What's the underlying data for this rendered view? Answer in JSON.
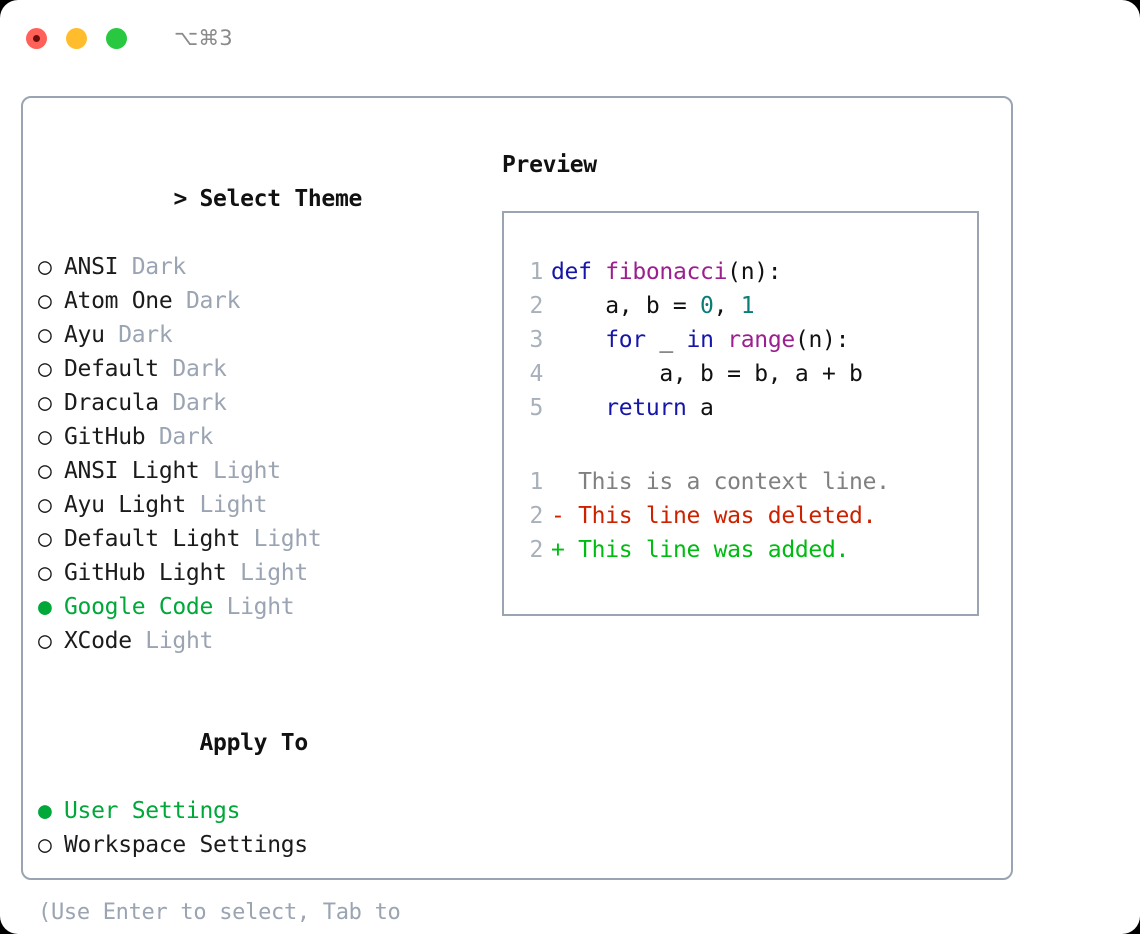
{
  "window": {
    "traffic_lights": [
      "close",
      "minimize",
      "maximize"
    ],
    "shortcut": "⌥⌘3",
    "accent_green": "#00a83a",
    "border_color": "#9aa4b2",
    "muted_color": "#9aa4b2"
  },
  "theme_list": {
    "header": {
      "caret": ">",
      "label": "Select Theme"
    },
    "unselected_marker": "○",
    "selected_marker": "●",
    "items": [
      {
        "marker": "○",
        "label": "ANSI",
        "variant": " Dark",
        "selected": false
      },
      {
        "marker": "○",
        "label": "Atom One",
        "variant": " Dark",
        "selected": false
      },
      {
        "marker": "○",
        "label": "Ayu",
        "variant": " Dark",
        "selected": false
      },
      {
        "marker": "○",
        "label": "Default",
        "variant": " Dark",
        "selected": false
      },
      {
        "marker": "○",
        "label": "Dracula",
        "variant": " Dark",
        "selected": false
      },
      {
        "marker": "○",
        "label": "GitHub",
        "variant": " Dark",
        "selected": false
      },
      {
        "marker": "○",
        "label": "ANSI Light",
        "variant": " Light",
        "selected": false
      },
      {
        "marker": "○",
        "label": "Ayu Light",
        "variant": " Light",
        "selected": false
      },
      {
        "marker": "○",
        "label": "Default Light",
        "variant": " Light",
        "selected": false
      },
      {
        "marker": "○",
        "label": "GitHub Light",
        "variant": " Light",
        "selected": false
      },
      {
        "marker": "●",
        "label": "Google Code",
        "variant": " Light",
        "selected": true
      },
      {
        "marker": "○",
        "label": "XCode",
        "variant": " Light",
        "selected": false
      }
    ]
  },
  "apply_to": {
    "header": "Apply To",
    "items": [
      {
        "marker": "●",
        "label": "User Settings",
        "selected": true
      },
      {
        "marker": "○",
        "label": "Workspace Settings",
        "selected": false
      }
    ]
  },
  "hint": "(Use Enter to select, Tab to change focus)",
  "preview": {
    "title": "Preview",
    "code_lines": [
      {
        "no": "1",
        "tokens": [
          {
            "t": "def",
            "c": "kw"
          },
          {
            "t": " ",
            "c": "plain"
          },
          {
            "t": "fibonacci",
            "c": "fn"
          },
          {
            "t": "(n):",
            "c": "plain"
          }
        ]
      },
      {
        "no": "2",
        "tokens": [
          {
            "t": "    a, b = ",
            "c": "plain"
          },
          {
            "t": "0",
            "c": "num"
          },
          {
            "t": ", ",
            "c": "plain"
          },
          {
            "t": "1",
            "c": "num"
          }
        ]
      },
      {
        "no": "3",
        "tokens": [
          {
            "t": "    ",
            "c": "plain"
          },
          {
            "t": "for",
            "c": "kw"
          },
          {
            "t": " _ ",
            "c": "plain"
          },
          {
            "t": "in",
            "c": "kw"
          },
          {
            "t": " ",
            "c": "plain"
          },
          {
            "t": "range",
            "c": "fn"
          },
          {
            "t": "(n):",
            "c": "plain"
          }
        ]
      },
      {
        "no": "4",
        "tokens": [
          {
            "t": "        a, b = b, a + b",
            "c": "plain"
          }
        ]
      },
      {
        "no": "5",
        "tokens": [
          {
            "t": "    ",
            "c": "plain"
          },
          {
            "t": "return",
            "c": "kw"
          },
          {
            "t": " a",
            "c": "plain"
          }
        ]
      }
    ],
    "diff_lines": [
      {
        "no": "1",
        "sign": " ",
        "text": " This is a context line.",
        "kind": "context"
      },
      {
        "no": "2",
        "sign": "-",
        "text": " This line was deleted.",
        "kind": "del"
      },
      {
        "no": "2",
        "sign": "+",
        "text": " This line was added.",
        "kind": "add"
      }
    ],
    "colors": {
      "keyword": "#1515a8",
      "function": "#9c1f8f",
      "number": "#0a7d76",
      "plain": "#111111",
      "lineno": "#a8b0bb",
      "diff_context": "#808080",
      "diff_deleted": "#cc2200",
      "diff_added": "#00bb11"
    }
  }
}
